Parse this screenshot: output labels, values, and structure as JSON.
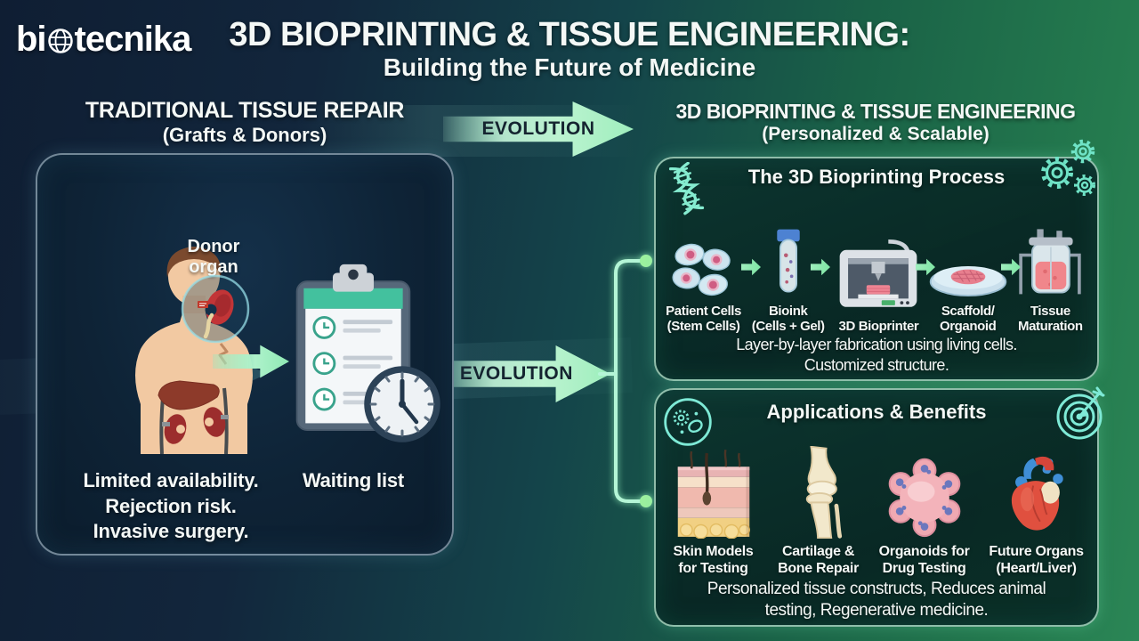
{
  "brand": {
    "logo_part1": "bi",
    "logo_part2": "tecnika"
  },
  "header": {
    "title": "3D BIOPRINTING & TISSUE ENGINEERING:",
    "subtitle": "Building the Future of Medicine"
  },
  "left_section": {
    "heading": "TRADITIONAL TISSUE REPAIR",
    "subheading": "(Grafts & Donors)",
    "donor_organ": {
      "line1": "Donor",
      "line2": "organ"
    },
    "waiting_list": "Waiting list",
    "drawbacks": [
      "Limited availability.",
      "Rejection risk.",
      "Invasive surgery."
    ]
  },
  "evolution": {
    "top": "EVOLUTION",
    "middle": "EVOLUTION"
  },
  "right_section": {
    "heading": "3D BIOPRINTING & TISSUE ENGINEERING",
    "subheading": "(Personalized & Scalable)"
  },
  "process_panel": {
    "title": "The 3D Bioprinting Process",
    "steps": [
      {
        "line1": "Patient Cells",
        "line2": "(Stem Cells)",
        "icon": "stem-cells-icon"
      },
      {
        "line1": "Bioink",
        "line2": "(Cells + Gel)",
        "icon": "bioink-tube-icon"
      },
      {
        "line1": "3D Bioprinter",
        "line2": "",
        "icon": "bioprinter-icon"
      },
      {
        "line1": "Scaffold/",
        "line2": "Organoid",
        "icon": "scaffold-dish-icon"
      },
      {
        "line1": "Tissue",
        "line2": "Maturation",
        "icon": "bioreactor-icon"
      }
    ],
    "caption_line1": "Layer-by-layer fabrication using living cells.",
    "caption_line2": "Customized structure."
  },
  "applications_panel": {
    "title": "Applications & Benefits",
    "items": [
      {
        "line1": "Skin Models",
        "line2": "for Testing",
        "icon": "skin-layers-icon"
      },
      {
        "line1": "Cartilage &",
        "line2": "Bone Repair",
        "icon": "knee-joint-icon"
      },
      {
        "line1": "Organoids for",
        "line2": "Drug Testing",
        "icon": "organoid-icon"
      },
      {
        "line1": "Future Organs",
        "line2": "(Heart/Liver)",
        "icon": "heart-icon"
      }
    ],
    "caption_line1": "Personalized tissue constructs, Reduces animal",
    "caption_line2": "testing, Regenerative medicine."
  },
  "colors": {
    "accent_mint": "#aef0c9",
    "panel_border_mint": "#bfe9d6",
    "arrow_text": "#152430",
    "background_navy": "#102036",
    "background_green": "#1f7049",
    "teal_strip": "#43c19e"
  }
}
